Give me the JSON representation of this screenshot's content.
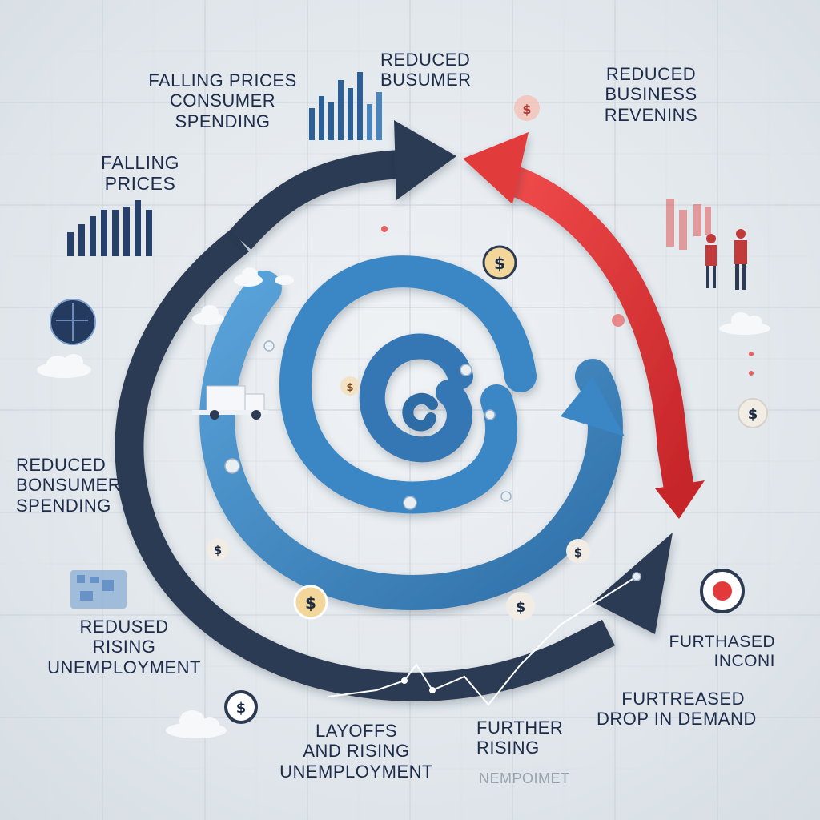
{
  "labels": {
    "falling_prices_spending": [
      "FALLING PRICES",
      "CONSUMER",
      "SPENDING"
    ],
    "falling_prices": [
      "FALLING",
      "PRICES"
    ],
    "reduced_busumer": [
      "REDUCED",
      "BUSUMER"
    ],
    "reduced_business_revenues": [
      "REDUCED",
      "BUSINESS",
      "REVENINS"
    ],
    "reduced_bonsumer_spending": [
      "REDUCED",
      "BONSUMER",
      "SPENDING"
    ],
    "redused_rising": [
      "REDUSED",
      "RISING",
      "UNEMPLOYMENT"
    ],
    "layoffs": [
      "LAYOFFS",
      "AND RISING",
      "UNEMPLOYMENT"
    ],
    "further_rising": [
      "FURTHER",
      "RISING"
    ],
    "furtreased_drop": [
      "FURTREASED",
      "DROP IN DEMAND"
    ],
    "furthased_income": [
      "FURTHASED",
      "INCONI"
    ],
    "faint_unemp": "NEMPOIMET"
  },
  "coin_symbol": "$",
  "colors": {
    "dark_arrow": "#2c3a52",
    "red_arrow": "#e23a3a",
    "blue_spiral": "#3b86c4",
    "coin_gold": "#f3d79a",
    "coin_light": "#f1ece4"
  },
  "icons": [
    "bar-chart-icon",
    "globe-icon",
    "cloud-icon",
    "truck-icon",
    "people-icon",
    "coin-icon",
    "map-icon",
    "pin-icon",
    "line-chart-icon"
  ]
}
